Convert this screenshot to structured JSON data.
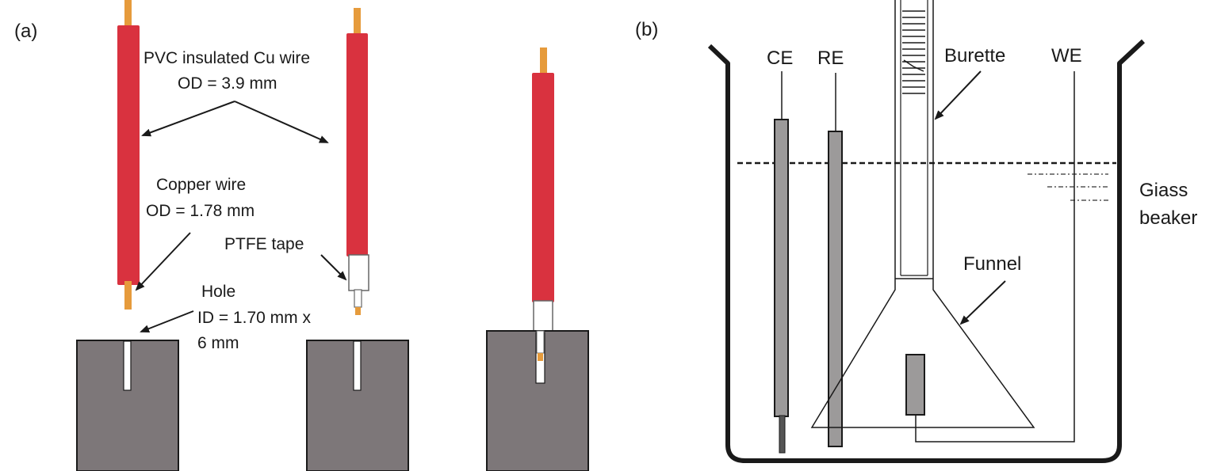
{
  "panel_a": {
    "tag": "(a)",
    "label_pvc_line1": "PVC insulated Cu wire",
    "label_pvc_line2": "OD = 3.9 mm",
    "label_copper_line1": "Copper wire",
    "label_copper_line2": "OD = 1.78 mm",
    "label_ptfe": "PTFE tape",
    "label_hole_line1": "Hole",
    "label_hole_line2": "ID = 1.70 mm x",
    "label_hole_line3": "6 mm"
  },
  "panel_b": {
    "tag": "(b)",
    "label_ce": "CE",
    "label_re": "RE",
    "label_burette": "Burette",
    "label_we": "WE",
    "label_beaker_line1": "Giass",
    "label_beaker_line2": "beaker",
    "label_funnel": "Funnel"
  },
  "colors": {
    "wire_red": "#d9323f",
    "copper": "#e69b3c",
    "block_gray": "#7d7779",
    "electrode_gray": "#9c9a9a",
    "line": "#1a1a1a"
  }
}
